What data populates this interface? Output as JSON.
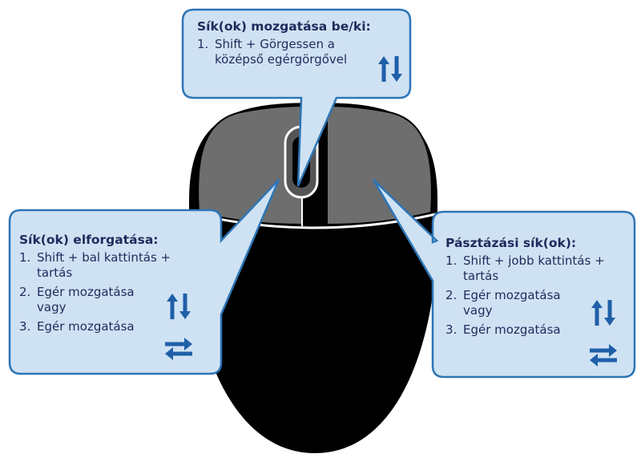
{
  "callouts": {
    "top": {
      "title": "Sík(ok) mozgatása be/ki:",
      "steps": [
        {
          "num": "1.",
          "lines": [
            "Shift + Görgessen a",
            "középső egérgörgővel"
          ]
        }
      ],
      "icons": [
        "up-down-arrows-icon"
      ]
    },
    "left": {
      "title": "Sík(ok) elforgatása:",
      "steps": [
        {
          "num": "1.",
          "lines": [
            "Shift + bal kattintás +",
            "tartás"
          ]
        },
        {
          "num": "2.",
          "lines": [
            "Egér mozgatása",
            "vagy"
          ]
        },
        {
          "num": "3.",
          "lines": [
            "Egér mozgatása"
          ]
        }
      ],
      "icons": [
        "up-down-arrows-icon",
        "left-right-arrows-icon"
      ]
    },
    "right": {
      "title": "Pásztázási sík(ok):",
      "steps": [
        {
          "num": "1.",
          "lines": [
            "Shift + jobb kattintás +",
            "tartás"
          ]
        },
        {
          "num": "2.",
          "lines": [
            "Egér mozgatása",
            "vagy"
          ]
        },
        {
          "num": "3.",
          "lines": [
            "Egér mozgatása"
          ]
        }
      ],
      "icons": [
        "up-down-arrows-icon",
        "left-right-arrows-icon"
      ]
    }
  },
  "colors": {
    "callout_fill": "#cfe2f3",
    "callout_border": "#2e75b6",
    "text": "#1f2a5c",
    "icon": "#1f5fa8",
    "mouse_body": "#000000",
    "mouse_buttons": "#6e6e6e"
  }
}
